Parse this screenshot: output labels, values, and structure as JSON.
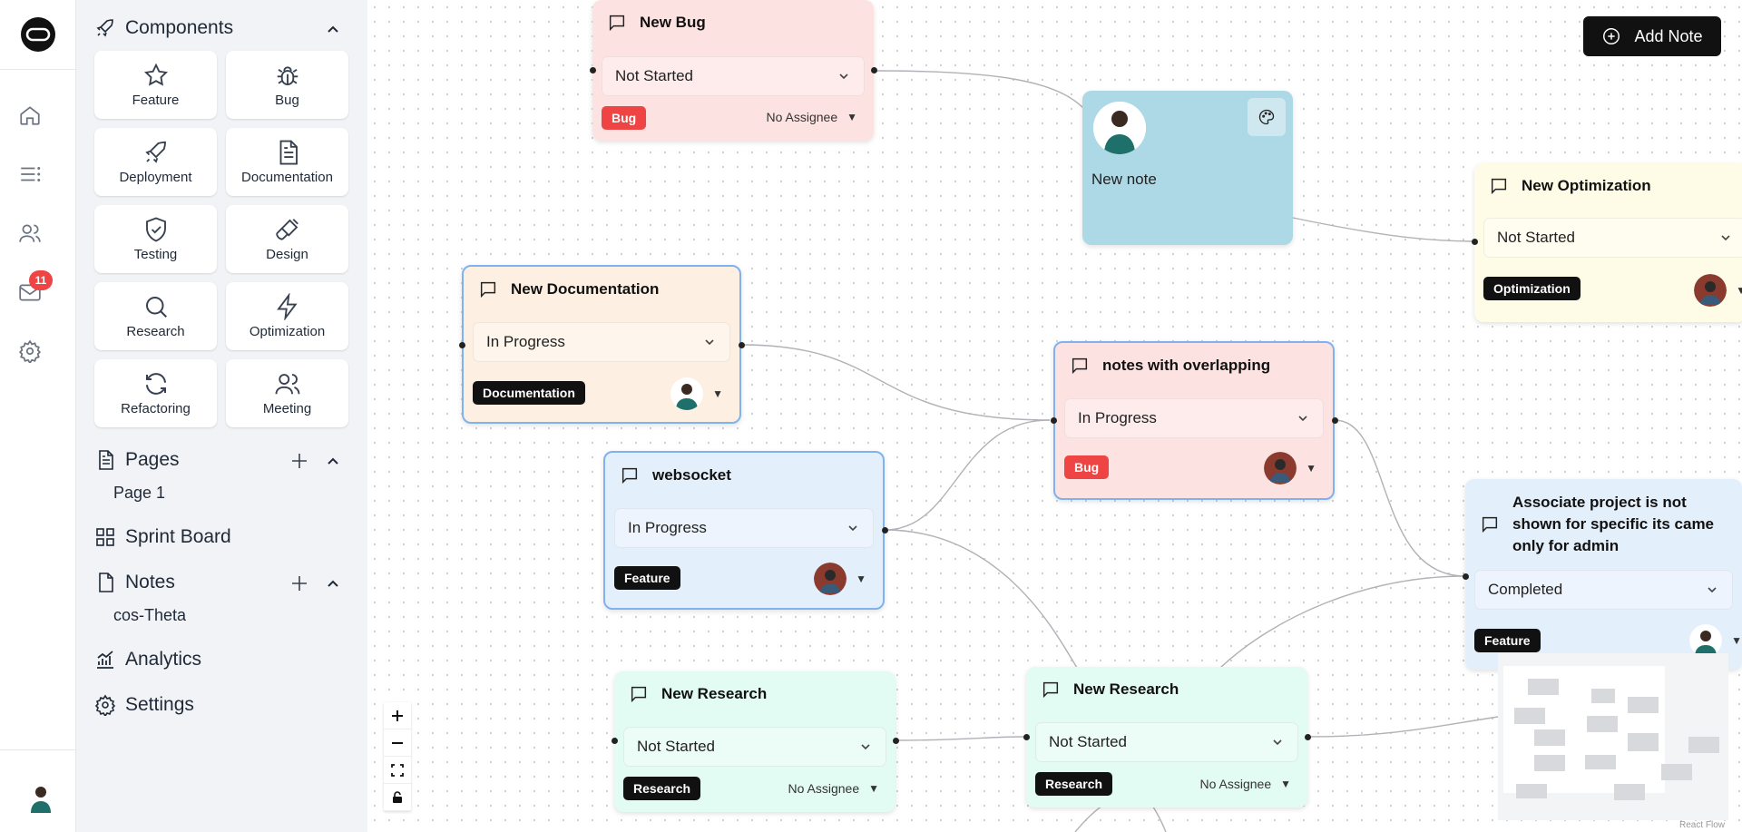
{
  "sidebar": {
    "components_title": "Components",
    "components": [
      {
        "label": "Feature",
        "icon": "star-icon"
      },
      {
        "label": "Bug",
        "icon": "bug-icon"
      },
      {
        "label": "Deployment",
        "icon": "rocket-icon"
      },
      {
        "label": "Documentation",
        "icon": "document-icon"
      },
      {
        "label": "Testing",
        "icon": "shield-check-icon"
      },
      {
        "label": "Design",
        "icon": "paintbrush-icon"
      },
      {
        "label": "Research",
        "icon": "search-icon"
      },
      {
        "label": "Optimization",
        "icon": "lightning-icon"
      },
      {
        "label": "Refactoring",
        "icon": "refresh-icon"
      },
      {
        "label": "Meeting",
        "icon": "users-icon"
      }
    ],
    "pages_title": "Pages",
    "pages": [
      "Page 1"
    ],
    "sprint_board": "Sprint Board",
    "notes_title": "Notes",
    "notes": [
      "cos-Theta"
    ],
    "analytics": "Analytics",
    "settings": "Settings"
  },
  "rail": {
    "badge_count": "11",
    "icons": [
      "home-icon",
      "list-icon",
      "users-icon",
      "mail-icon",
      "settings-icon"
    ]
  },
  "toolbar": {
    "add_note": "Add Note"
  },
  "nodes": {
    "bug1": {
      "title": "New Bug",
      "status": "Not Started",
      "tag": "Bug",
      "assignee": "No Assignee"
    },
    "note1": {
      "text": "New note"
    },
    "opt1": {
      "title": "New Optimization",
      "status": "Not Started",
      "tag": "Optimization"
    },
    "doc1": {
      "title": "New Documentation",
      "status": "In Progress",
      "tag": "Documentation"
    },
    "overlap": {
      "title": "notes with overlapping",
      "status": "In Progress",
      "tag": "Bug"
    },
    "ws": {
      "title": "websocket",
      "status": "In Progress",
      "tag": "Feature"
    },
    "assoc": {
      "title": "Associate project is not shown for specific its came only for admin",
      "status": "Completed",
      "tag": "Feature"
    },
    "res1": {
      "title": "New Research",
      "status": "Not Started",
      "tag": "Research",
      "assignee": "No Assignee"
    },
    "res2": {
      "title": "New Research",
      "status": "Not Started",
      "tag": "Research",
      "assignee": "No Assignee"
    }
  },
  "attribution": "React Flow",
  "colors": {
    "bug": "#fde2e2",
    "documentation": "#fdf0e2",
    "feature": "#e4effc",
    "research": "#e2fbf3",
    "optimization": "#fefce6",
    "note": "#add8e6",
    "badge": "#ef4444"
  }
}
